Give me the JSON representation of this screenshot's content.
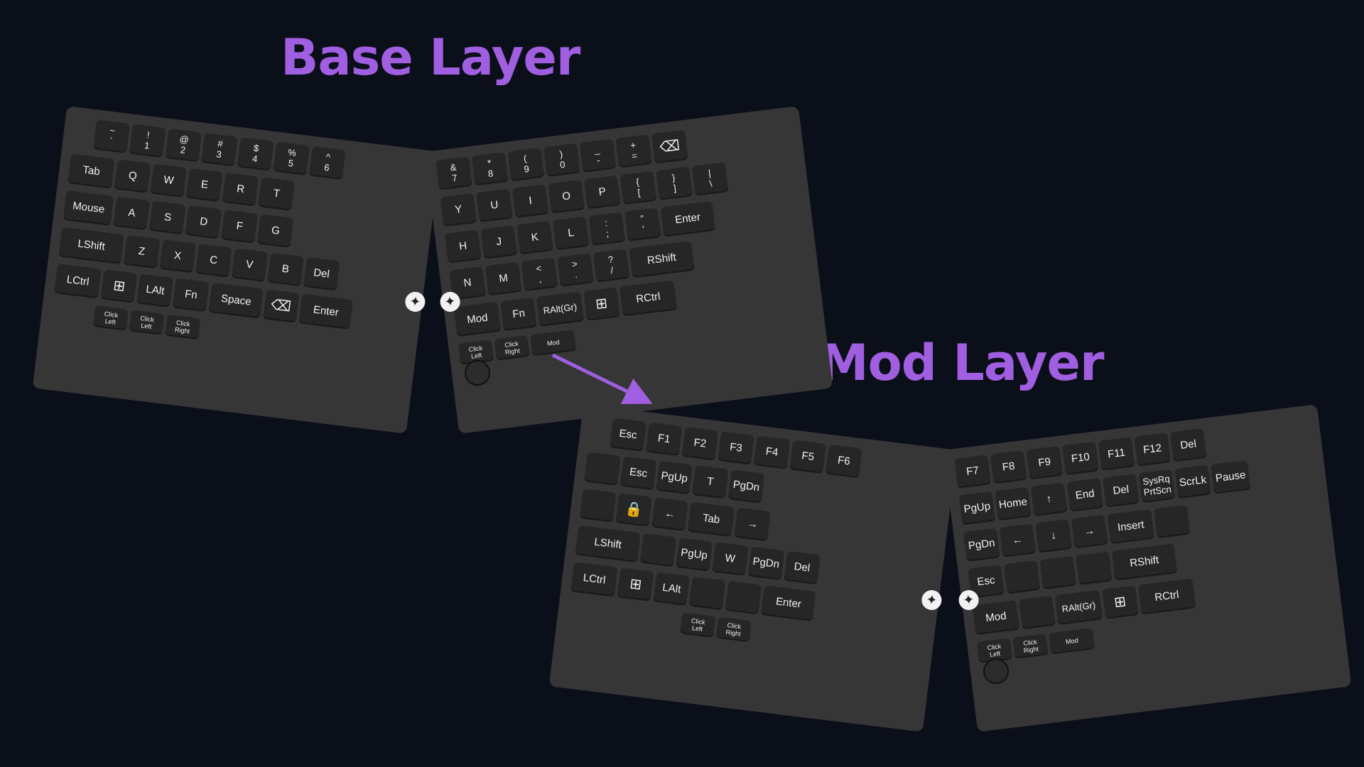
{
  "titles": {
    "base": "Base Layer",
    "mod": "Mod Layer"
  },
  "colors": {
    "background": "#0b0f19",
    "title": "#9f5fe0",
    "keyboard_body": "#363636",
    "key": "#262626",
    "key_text": "#f2f2f2",
    "arrow": "#9f5fe0"
  },
  "icons": {
    "windows": "windows-icon",
    "backspace": "backspace-icon",
    "lock": "lock-icon",
    "puzzle": "puzzle-icon",
    "wireless": "wireless-icon",
    "trackball": "trackball-icon",
    "arrow": "arrow-icon",
    "menu": "menu-icon"
  },
  "base_left": [
    [
      "~\n`",
      "!\n1",
      "@\n2",
      "#\n3",
      "$\n4",
      "%\n5",
      "^\n6"
    ],
    [
      "Tab",
      "Q",
      "W",
      "E",
      "R",
      "T"
    ],
    [
      "Mouse",
      "A",
      "S",
      "D",
      "F",
      "G"
    ],
    [
      "LShift",
      "Z",
      "X",
      "C",
      "V",
      "B",
      "Del"
    ],
    [
      "LCtrl",
      "",
      "LAlt",
      "Fn",
      "Space",
      "",
      "Enter"
    ],
    [
      "Click\nLeft",
      "Click\nLeft",
      "Click\nRight"
    ]
  ],
  "base_right": [
    [
      "&\n7",
      "*\n8",
      "(\n9",
      ")\n0",
      "_\n-",
      "+\n=",
      ""
    ],
    [
      "Y",
      "U",
      "I",
      "O",
      "P",
      "{\n[",
      "}\n]",
      "|\n\\"
    ],
    [
      "H",
      "J",
      "K",
      "L",
      ":\n;",
      "\"\n'",
      "Enter"
    ],
    [
      "N",
      "M",
      "<\n,",
      ">\n.",
      "?\n/",
      "RShift"
    ],
    [
      "Mod",
      "Fn",
      "RAlt(Gr)",
      "",
      "RCtrl"
    ],
    [
      "Click\nLeft",
      "Click\nRight",
      "Mod"
    ]
  ],
  "mod_left": [
    [
      "Esc",
      "F1",
      "F2",
      "F3",
      "F4",
      "F5",
      "F6"
    ],
    [
      "",
      "Esc",
      "PgUp",
      "T",
      "PgDn"
    ],
    [
      "",
      "",
      "←",
      "Tab",
      "→"
    ],
    [
      "LShift",
      "",
      "PgUp",
      "W",
      "PgDn",
      "Del"
    ],
    [
      "LCtrl",
      "",
      "LAlt",
      "",
      "",
      "Enter"
    ],
    [
      "Click\nLeft",
      "Click\nRight"
    ]
  ],
  "mod_right": [
    [
      "F7",
      "F8",
      "F9",
      "F10",
      "F11",
      "F12",
      "Del"
    ],
    [
      "PgUp",
      "Home",
      "↑",
      "End",
      "Del",
      "SysRq\nPrtScn",
      "ScrLk",
      "Pause"
    ],
    [
      "PgDn",
      "←",
      "↓",
      "→",
      "Insert",
      ""
    ],
    [
      "Esc",
      "",
      "",
      "",
      "RShift"
    ],
    [
      "Mod",
      "",
      "RAlt(Gr)",
      "",
      "RCtrl"
    ],
    [
      "Click\nLeft",
      "Click\nRight",
      "Mod"
    ]
  ]
}
